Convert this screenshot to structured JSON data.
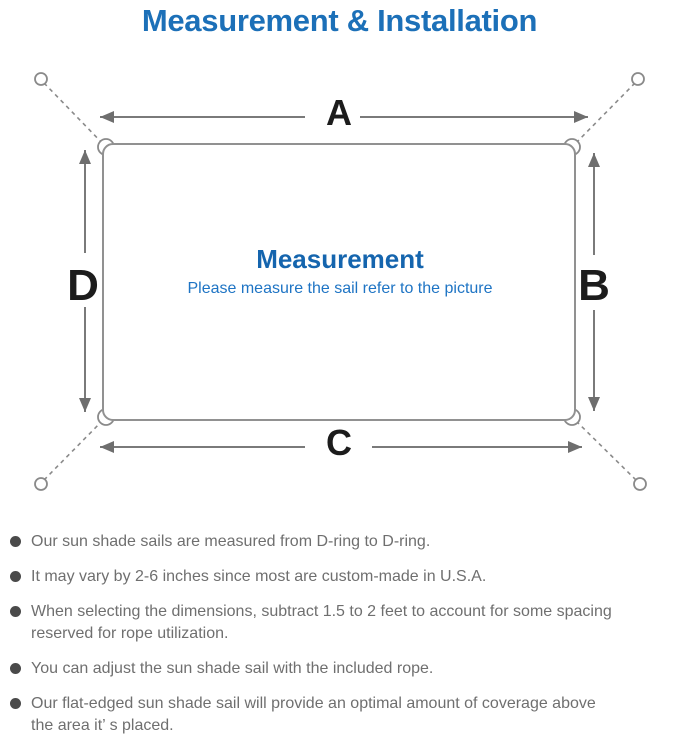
{
  "title": "Measurement & Installation",
  "diagram": {
    "labels": {
      "top": "A",
      "right": "B",
      "bottom": "C",
      "left": "D"
    },
    "center_heading": "Measurement",
    "center_subtitle": "Please measure the sail refer to the picture"
  },
  "colors": {
    "title_blue": "#1c70b8",
    "center_heading_blue": "#1565ae",
    "center_subtitle_blue": "#1e74c4",
    "diagram_line_gray": "#8a8a8a",
    "arrow_gray": "#6e6e6e",
    "dim_label_black": "#1c1c1c",
    "note_text_gray": "#6f6f6f"
  },
  "notes": [
    "Our sun shade sails are measured from D-ring to D-ring.",
    "It may vary by 2-6 inches since most are custom-made in U.S.A.",
    "When selecting the dimensions, subtract 1.5 to 2 feet to account for some spacing reserved for rope utilization.",
    "You can adjust the sun shade sail with the included rope.",
    "Our flat-edged sun shade sail will provide an optimal amount of coverage above the area it’ s placed."
  ]
}
